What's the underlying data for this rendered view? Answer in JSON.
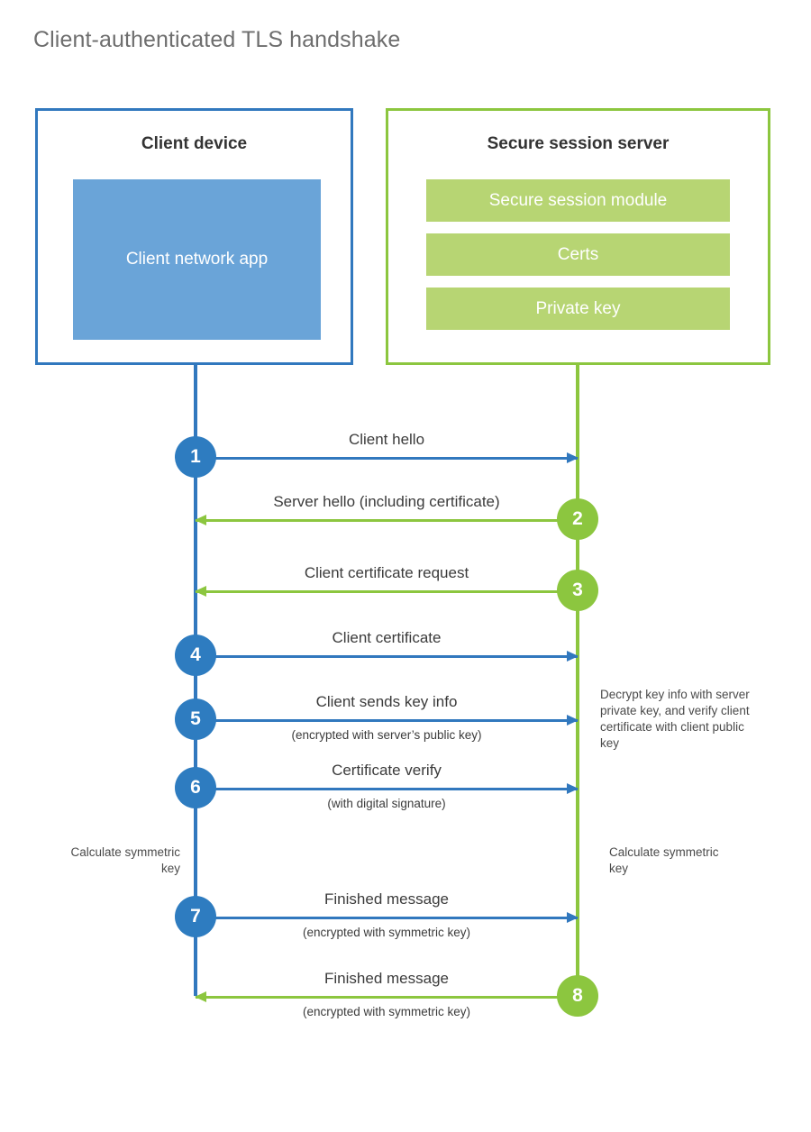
{
  "title": "Client-authenticated TLS handshake",
  "colors": {
    "client_blue": "#3178be",
    "client_app_fill": "#6aa4d8",
    "server_green": "#8cc63f",
    "server_bar_fill": "#b7d573",
    "circle_blue": "#2e7cc0",
    "circle_green": "#8cc63f",
    "title_gray": "#6e6e6e",
    "text_dark": "#3b3b3b"
  },
  "client": {
    "title": "Client device",
    "app_label": "Client network app"
  },
  "server": {
    "title": "Secure session server",
    "bars": [
      {
        "label": "Secure session module"
      },
      {
        "label": "Certs"
      },
      {
        "label": "Private key"
      }
    ]
  },
  "messages": [
    {
      "num": "1",
      "label": "Client hello",
      "sub": "",
      "dir": "right",
      "color": "blue"
    },
    {
      "num": "2",
      "label": "Server hello (including certificate)",
      "sub": "",
      "dir": "left",
      "color": "green"
    },
    {
      "num": "3",
      "label": "Client certificate request",
      "sub": "",
      "dir": "left",
      "color": "green"
    },
    {
      "num": "4",
      "label": "Client certificate",
      "sub": "",
      "dir": "right",
      "color": "blue"
    },
    {
      "num": "5",
      "label": "Client sends key info",
      "sub": "(encrypted with server’s public key)",
      "dir": "right",
      "color": "blue"
    },
    {
      "num": "6",
      "label": "Certificate verify",
      "sub": "(with digital signature)",
      "dir": "right",
      "color": "blue"
    },
    {
      "num": "7",
      "label": "Finished message",
      "sub": "(encrypted with symmetric key)",
      "dir": "right",
      "color": "blue"
    },
    {
      "num": "8",
      "label": "Finished message",
      "sub": "(encrypted with symmetric key)",
      "dir": "left",
      "color": "green"
    }
  ],
  "notes": {
    "server_decrypt": "Decrypt key info with server private key, and verify client certificate with client public key",
    "client_calculate": "Calculate symmetric key",
    "server_calculate": "Calculate symmetric key"
  }
}
